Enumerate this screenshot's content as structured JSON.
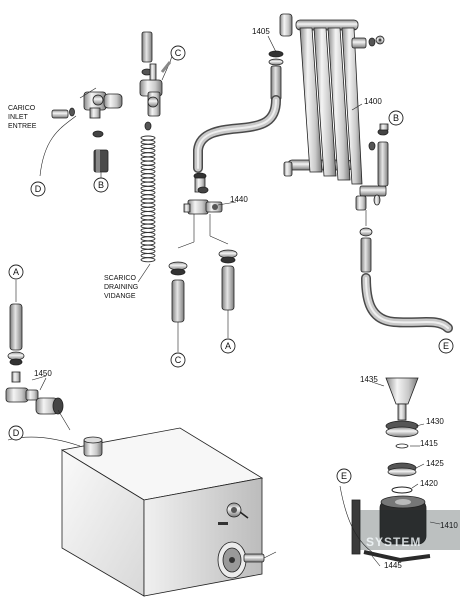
{
  "labels": {
    "p1405": "1405",
    "p1400": "1400",
    "p1440": "1440",
    "p1450": "1450",
    "p1435": "1435",
    "p1430": "1430",
    "p1415": "1415",
    "p1425": "1425",
    "p1420": "1420",
    "p1410": "1410",
    "p1445": "1445"
  },
  "inlet_text": [
    "CARICO",
    "INLET",
    "ENTREE"
  ],
  "drain_text": [
    "SCARICO",
    "DRAINING",
    "VIDANGE"
  ],
  "connectors": {
    "A": "A",
    "B": "B",
    "C": "C",
    "D": "D",
    "E": "E"
  },
  "watermark": "SYSTEM",
  "colors": {
    "metal_light": "#f2f2f2",
    "metal_mid": "#bdbdbd",
    "metal_dark": "#6e6e6e",
    "hose": "#9c9c9c",
    "motor_dark": "#2e2e2e"
  }
}
